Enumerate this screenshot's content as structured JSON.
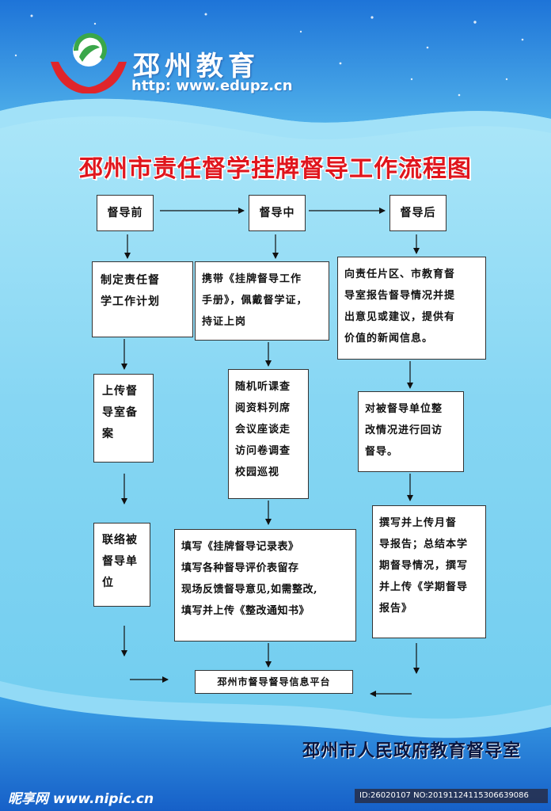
{
  "brand": {
    "name": "邳州教育",
    "url": "http: www.edupz.cn",
    "colors": {
      "leaf": "#3aa74a",
      "hands": "#e0252b"
    }
  },
  "title": "邳州市责任督学挂牌督导工作流程图",
  "flow": {
    "before": {
      "header": "督导前",
      "steps": [
        [
          "制定责任督",
          "学工作计划"
        ],
        [
          "上传督",
          "导室备",
          "案"
        ],
        [
          "联络被",
          "督导单",
          "位"
        ]
      ]
    },
    "during": {
      "header": "督导中",
      "steps": [
        [
          "携带《挂牌督导工作",
          "手册》，佩戴督学证，",
          "持证上岗"
        ],
        [
          "随机听课查",
          "阅资料列席",
          "会议座谈走",
          "访问卷调查",
          "校园巡视"
        ],
        [
          "填写《挂牌督导记录表》",
          "填写各种督导评价表留存",
          "现场反馈督导意见,如需整改,",
          "填写并上传《整改通知书》"
        ]
      ]
    },
    "after": {
      "header": "督导后",
      "steps": [
        [
          "向责任片区、市教育督",
          "导室报告督导情况并提",
          "出意见或建议，提供有",
          "价值的新闻信息。"
        ],
        [
          "对被督导单位整",
          "改情况进行回访",
          "督导。"
        ],
        [
          "撰写并上传月督",
          "导报告；总结本学",
          "期督导情况，撰写",
          "并上传《学期督导",
          "报告》"
        ]
      ]
    },
    "platform": "邳州市督导督导信息平台"
  },
  "footer": {
    "org": "邳州市人民政府教育督导室",
    "watermark_left": "昵享网 www.nipic.cn",
    "watermark_right": "ID:26020107 NO:20191124115306639086"
  }
}
